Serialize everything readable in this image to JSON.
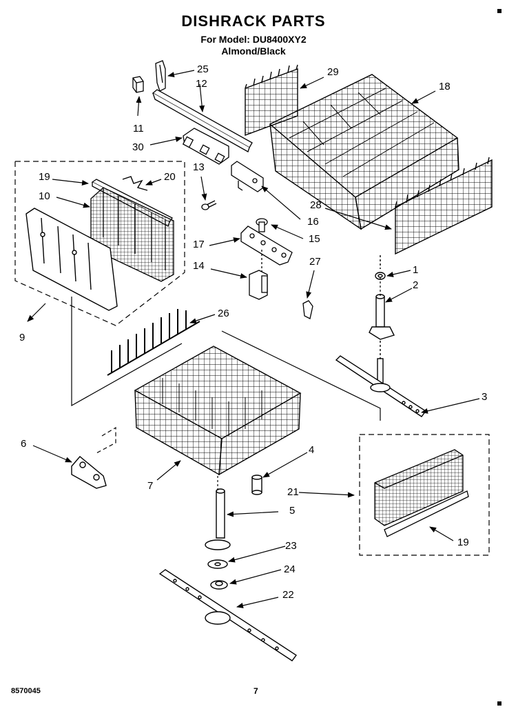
{
  "header": {
    "title": "DISHRACK PARTS",
    "model_line": "For Model: DU8400XY2",
    "color_line": "Almond/Black"
  },
  "callouts": {
    "c1": "1",
    "c2": "2",
    "c3": "3",
    "c4": "4",
    "c5": "5",
    "c6": "6",
    "c7": "7",
    "c9": "9",
    "c10": "10",
    "c11": "11",
    "c12": "12",
    "c13": "13",
    "c14": "14",
    "c15": "15",
    "c16": "16",
    "c17": "17",
    "c18": "18",
    "c19a": "19",
    "c19b": "19",
    "c20": "20",
    "c21": "21",
    "c22": "22",
    "c23": "23",
    "c24": "24",
    "c25": "25",
    "c26": "26",
    "c27": "27",
    "c28": "28",
    "c29": "29",
    "c30": "30"
  },
  "footer": {
    "doc_number": "8570045",
    "page_number": "7"
  }
}
